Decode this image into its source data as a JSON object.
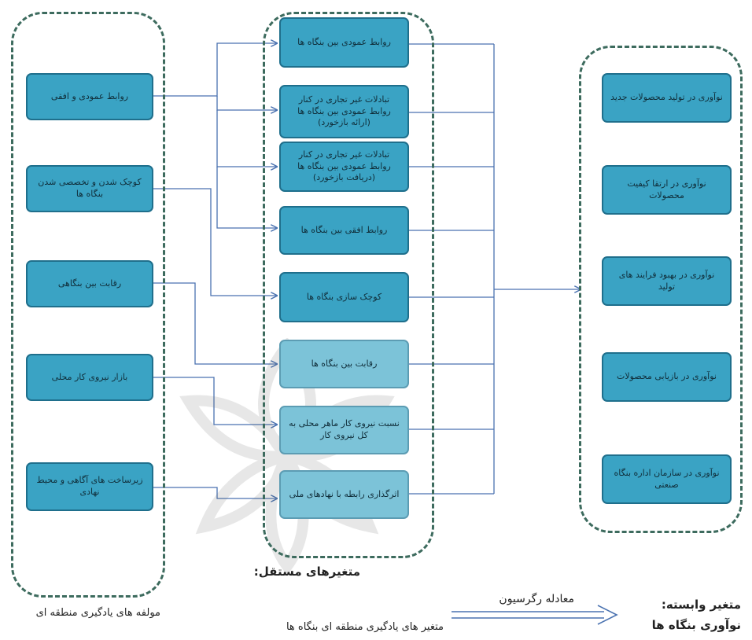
{
  "left_group": {
    "title": "مولفه های یادگیری منطقه ای",
    "items": [
      "روابط عمودی و افقی",
      "کوچک شدن و تخصصی شدن بنگاه ها",
      "رقابت بین بنگاهی",
      "بازار نیروی کار محلی",
      "زیرساخت های آگاهی و محیط نهادی"
    ]
  },
  "middle_group": {
    "title": "متغیرهای مستقل:",
    "subtitle": "متغیر های یادگیری منطقه ای بنگاه ها",
    "items": [
      "روابط عمودی بین بنگاه ها",
      "تبادلات غیر تجاری در کنار روابط عمودی بین بنگاه ها (ارائه بازخورد)",
      "تبادلات غیر تجاری در کنار روابط عمودی بین بنگاه ها (دریافت بازخورد)",
      "روابط افقی بین بنگاه ها",
      "کوچک سازی بنگاه ها",
      "رقابت بین بنگاه ها",
      "نسبت نیروی کار ماهر محلی به کل نیروی کار",
      "اثرگذاری رابطه با نهادهای ملی"
    ]
  },
  "right_group": {
    "title": "متغیر وابسته:",
    "subtitle": "نوآوری بنگاه ها",
    "items": [
      "نوآوری در تولید محصولات جدید",
      "نوآوری در ارتقا کیفیت محصولات",
      "نوآوری در بهبود فرایند های تولید",
      "نوآوری در بازیابی محصولات",
      "نوآوری در سازمان اداره بنگاه صنعتی"
    ]
  },
  "legend": {
    "arrow_label": "معادله رگرسیون"
  },
  "colors": {
    "box_fill": "#3aa3c4",
    "box_border": "#1f6f8c",
    "dashed_border": "#3d6b5e",
    "line": "#4a72b0"
  }
}
